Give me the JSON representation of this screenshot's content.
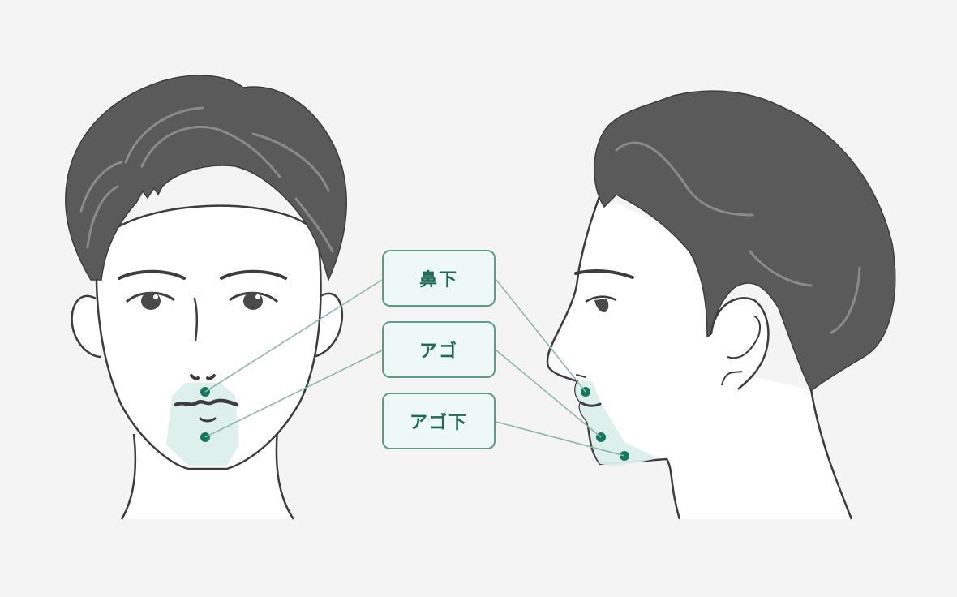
{
  "diagram": {
    "title": "",
    "colors": {
      "background": "#f4f4f4",
      "hair": "#5a5a5a",
      "hair_highlight": "#8a8a8a",
      "skin": "#ffffff",
      "outline": "#3d3d3d",
      "area_fill": "#dcefeb",
      "marker": "#15775f",
      "leader_line": "#8fb8ab",
      "box_border": "#5e9c86",
      "box_fill": "#eef8f6",
      "box_text": "#1f6a55"
    },
    "views": [
      {
        "name": "front-view",
        "description": "Front view of male face with treatment areas"
      },
      {
        "name": "side-view",
        "description": "Side profile of male face with treatment areas"
      }
    ],
    "labels": [
      {
        "id": "under-nose",
        "text": "鼻下"
      },
      {
        "id": "chin",
        "text": "アゴ"
      },
      {
        "id": "under-chin",
        "text": "アゴ下"
      }
    ]
  }
}
